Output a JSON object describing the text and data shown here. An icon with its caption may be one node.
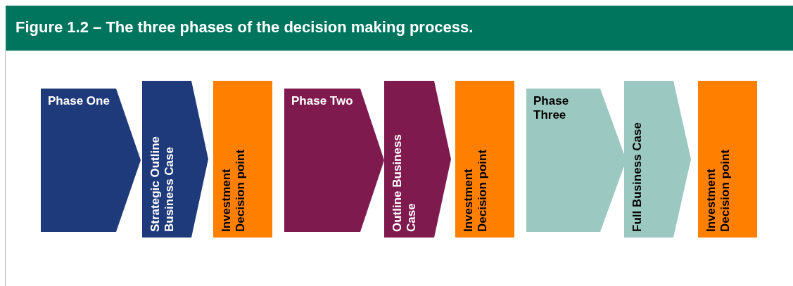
{
  "diagram": {
    "title": "Figure 1.2 – The three phases of the decision making process.",
    "nodes": [
      {
        "text": [
          "Phase One"
        ]
      },
      {
        "text": [
          "Strategic Outline Business Case"
        ]
      },
      {
        "text": [
          "Investment Decision point"
        ]
      },
      {
        "text": [
          "Phase Two"
        ]
      },
      {
        "text": [
          "Outline Business Case"
        ]
      },
      {
        "text": [
          "Investment Decision point"
        ]
      },
      {
        "text": [
          "Phase Three"
        ]
      },
      {
        "text": [
          "Full Business Case"
        ]
      },
      {
        "text": [
          "Investment Decision point"
        ]
      }
    ]
  }
}
